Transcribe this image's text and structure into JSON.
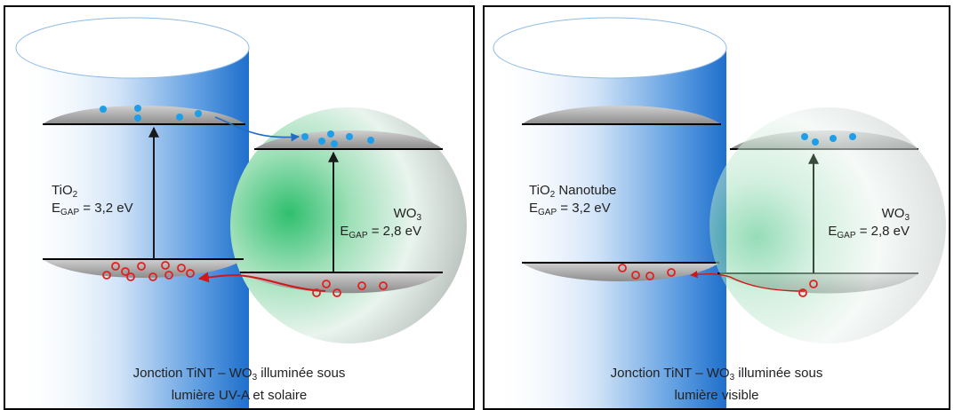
{
  "panels": [
    {
      "tio2": {
        "name": "TiO",
        "sub": "2",
        "suffix": "",
        "egap_pre": "E",
        "egap_sub": "GAP",
        "egap_val": " = 3,2 eV"
      },
      "wo3": {
        "name": "WO",
        "sub": "3",
        "egap_pre": "E",
        "egap_sub": "GAP",
        "egap_val": " = 2,8 eV"
      },
      "caption": {
        "line1_pre": "Jonction TiNT – WO",
        "line1_sub": "3",
        "line1_post": " illuminée sous",
        "line2": "lumière UV-A et solaire"
      }
    },
    {
      "tio2": {
        "name": "TiO",
        "sub": "2",
        "suffix": " Nanotube",
        "egap_pre": "E",
        "egap_sub": "GAP",
        "egap_val": " = 3,2 eV"
      },
      "wo3": {
        "name": "WO",
        "sub": "3",
        "egap_pre": "E",
        "egap_sub": "GAP",
        "egap_val": " = 2,8 eV"
      },
      "caption": {
        "line1_pre": "Jonction TiNT – WO",
        "line1_sub": "3",
        "line1_post": " illuminée sous",
        "line2": "lumière visible"
      }
    }
  ],
  "colors": {
    "electron": "#1e9ee8",
    "hole": "#e02020",
    "band": "#a8a8a8",
    "cylinder": "#1f73d0",
    "sphere": "#3fbf7a"
  }
}
